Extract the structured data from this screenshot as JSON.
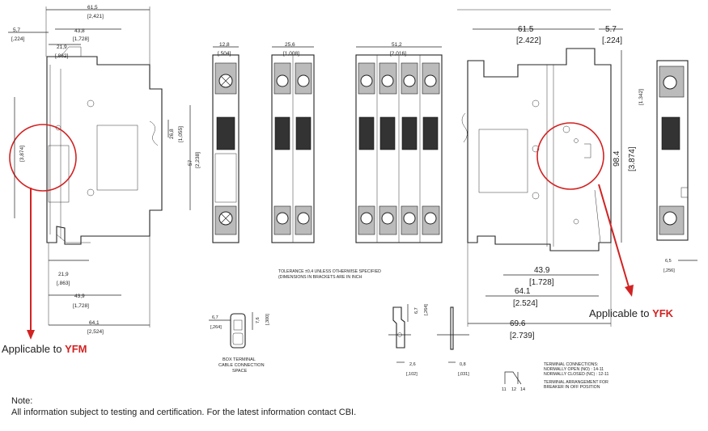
{
  "left_view": {
    "dims": {
      "overall_width": "61,5",
      "overall_width_in": "[2,421]",
      "clip_offset": "5,7",
      "clip_offset_in": "[,224]",
      "top_43": "43,8",
      "top_43_in": "[1,728]",
      "top_21": "21,9",
      "top_21_in": "[,862]",
      "side_26": "26,8",
      "side_26_in": "[1,055]",
      "side_57": "57",
      "side_57_in": "[2,238]",
      "left_vert_in": "[3,874]",
      "bot_21": "21,9",
      "bot_21_in": "[,863]",
      "bot_43": "43,9",
      "bot_43_in": "[1,728]",
      "bot_64": "64,1",
      "bot_64_in": "[2,524]"
    }
  },
  "front_views": {
    "single_w": "12,8",
    "single_w_in": "[,504]",
    "double_w": "25,6",
    "double_w_in": "[1,008]",
    "quad_w": "51,2",
    "quad_w_in": "[2,016]"
  },
  "tolerance_note": {
    "line1": "TOLERANCE ±0,4 UNLESS OTHERWISE SPECIFIED",
    "line2": "(DIMENSIONS IN BRACKETS ARE IN INCH"
  },
  "box_terminal": {
    "dim_w": "6,7",
    "dim_w_in": "[,264]",
    "dim_h": "7,6",
    "dim_h_in": "[,300]",
    "caption": [
      "BOX TERMINAL",
      "CABLE CONNECTION",
      "SPACE"
    ]
  },
  "terminal_detail": {
    "dim_h": "6,7",
    "dim_h_in": "[,264]",
    "dim_w": "2,6",
    "dim_w_in": "[,102]",
    "dim_t": "0,8",
    "dim_t_in": "[,031]"
  },
  "terminal_connections": {
    "lines": [
      "TERMINAL CONNECTIONS:",
      "NORMALLY OPEN (NO) : 14-11",
      "NORMALLY CLOSED (NC) : 12-11"
    ],
    "arrangement": [
      "TERMINAL ARRANGEMENT FOR",
      "BREAKER IN OFF POSITION"
    ],
    "pins": [
      "11",
      "12",
      "14"
    ]
  },
  "right_view": {
    "dims": {
      "width": "61.5",
      "width_in": "[2.422]",
      "clip": "5.7",
      "clip_in": "[.224]",
      "height": "98.4",
      "height_in": "[3.874]",
      "side_in": "[1.342]",
      "d_43": "43.9",
      "d_43_in": "[1.728]",
      "d_64": "64.1",
      "d_64_in": "[2.524]",
      "d_69": "69.6",
      "d_69_in": "[2.739]",
      "d_65": "6,5",
      "d_65_in": "[,256]"
    }
  },
  "callouts": {
    "yfm_prefix": "Applicable to ",
    "yfm_model": "YFM",
    "yfk_prefix": "Applicable to ",
    "yfk_model": "YFK",
    "accent_color": "#d22222"
  },
  "note": {
    "label": "Note:",
    "text": "All information subject to testing and certification. For the latest information contact CBI."
  }
}
